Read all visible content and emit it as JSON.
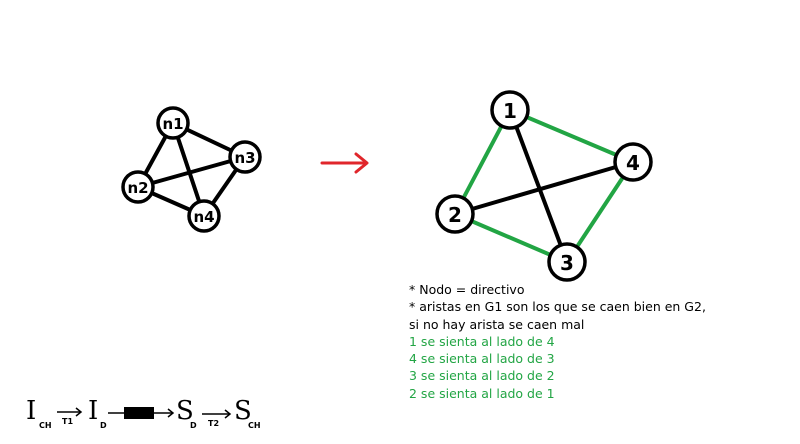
{
  "colors": {
    "black": "#000000",
    "green": "#22a544",
    "red": "#e0262b"
  },
  "graph_g1": {
    "nodes": [
      {
        "id": "n1",
        "label": "n1"
      },
      {
        "id": "n2",
        "label": "n2"
      },
      {
        "id": "n3",
        "label": "n3"
      },
      {
        "id": "n4",
        "label": "n4"
      }
    ],
    "edges": [
      {
        "from": "n1",
        "to": "n2"
      },
      {
        "from": "n1",
        "to": "n3"
      },
      {
        "from": "n1",
        "to": "n4"
      },
      {
        "from": "n2",
        "to": "n3"
      },
      {
        "from": "n2",
        "to": "n4"
      },
      {
        "from": "n3",
        "to": "n4"
      }
    ]
  },
  "arrow": {
    "color": "red",
    "icon": "right-arrow-icon"
  },
  "graph_g2": {
    "nodes": [
      {
        "id": "1",
        "label": "1"
      },
      {
        "id": "4",
        "label": "4"
      },
      {
        "id": "2",
        "label": "2"
      },
      {
        "id": "3",
        "label": "3"
      }
    ],
    "edges": [
      {
        "from": "1",
        "to": "4",
        "color": "green"
      },
      {
        "from": "1",
        "to": "2",
        "color": "green"
      },
      {
        "from": "4",
        "to": "3",
        "color": "green"
      },
      {
        "from": "2",
        "to": "3",
        "color": "green"
      },
      {
        "from": "1",
        "to": "3",
        "color": "black"
      },
      {
        "from": "2",
        "to": "4",
        "color": "black"
      }
    ]
  },
  "notes": [
    {
      "text": "* Nodo = directivo",
      "color": "black"
    },
    {
      "text": "* aristas en G1 son los que se caen bien en G2, si no hay arista se caen mal",
      "color": "black"
    },
    {
      "text": "1 se sienta al lado de 4",
      "color": "green"
    },
    {
      "text": "4 se sienta al lado de 3",
      "color": "green"
    },
    {
      "text": "3 se sienta al lado de 2",
      "color": "green"
    },
    {
      "text": "2 se sienta al lado de 1",
      "color": "green"
    }
  ],
  "pipeline": {
    "steps": [
      {
        "main": "I",
        "sub": "CH"
      },
      {
        "main": "I",
        "sub": "D"
      },
      {
        "main": "S",
        "sub": "D"
      },
      {
        "main": "S",
        "sub": "CH"
      }
    ],
    "arrow_labels": [
      "T1",
      "T2"
    ]
  }
}
